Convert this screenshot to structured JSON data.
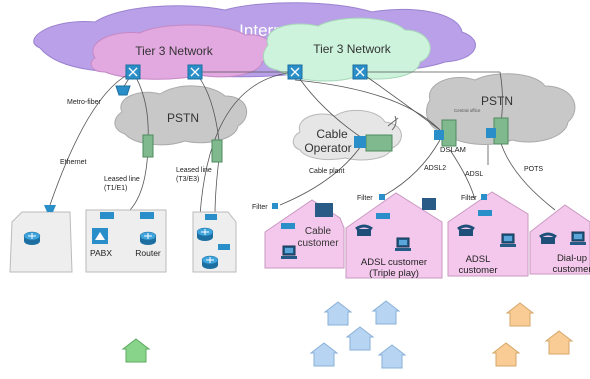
{
  "clouds": {
    "internet": "Internet",
    "tier3_left": "Tier 3 Network",
    "tier3_right": "Tier 3 Network",
    "pstn_left": "PSTN",
    "pstn_right": "PSTN",
    "cable_operator_line1": "Cable",
    "cable_operator_line2": "Operator",
    "central_office": "Central office"
  },
  "links": {
    "metro_fiber": "Metro-fiber",
    "ethernet": "Ethernet",
    "leased_t1_line1": "Leased line",
    "leased_t1_line2": "(T1/E1)",
    "leased_t3_line1": "Leased line",
    "leased_t3_line2": "(T3/E3)",
    "cable_plant": "Cable plant",
    "dslam": "DSLAM",
    "adsl2": "ADSL2",
    "adsl": "ADSL",
    "pots": "POTS"
  },
  "filters": {
    "cable": "Filter",
    "adsl2": "Filter",
    "adsl": "Filter"
  },
  "buildings": {
    "pabx": "PABX",
    "router": "Router"
  },
  "customers": {
    "cable_line1": "Cable",
    "cable_line2": "customer",
    "triple_line1": "ADSL customer",
    "triple_line2": "(Triple play)",
    "adsl_line1": "ADSL",
    "adsl_line2": "customer",
    "dialup_line1": "Dial-up",
    "dialup_line2": "customer"
  },
  "colors": {
    "internet_cloud": "#b9a0e8",
    "tier3_left_cloud": "#e2a8e0",
    "tier3_right_cloud": "#cdf3dc",
    "pstn_cloud": "#c8c8c8",
    "cable_cloud": "#e6e6e6",
    "customer_house": "#f4c8ec",
    "network_device": "#2a8ec8",
    "switch_green": "#7fb98d",
    "house_blue": "#b7d4f2",
    "house_orange": "#f8cc94",
    "house_green": "#88d48a"
  }
}
